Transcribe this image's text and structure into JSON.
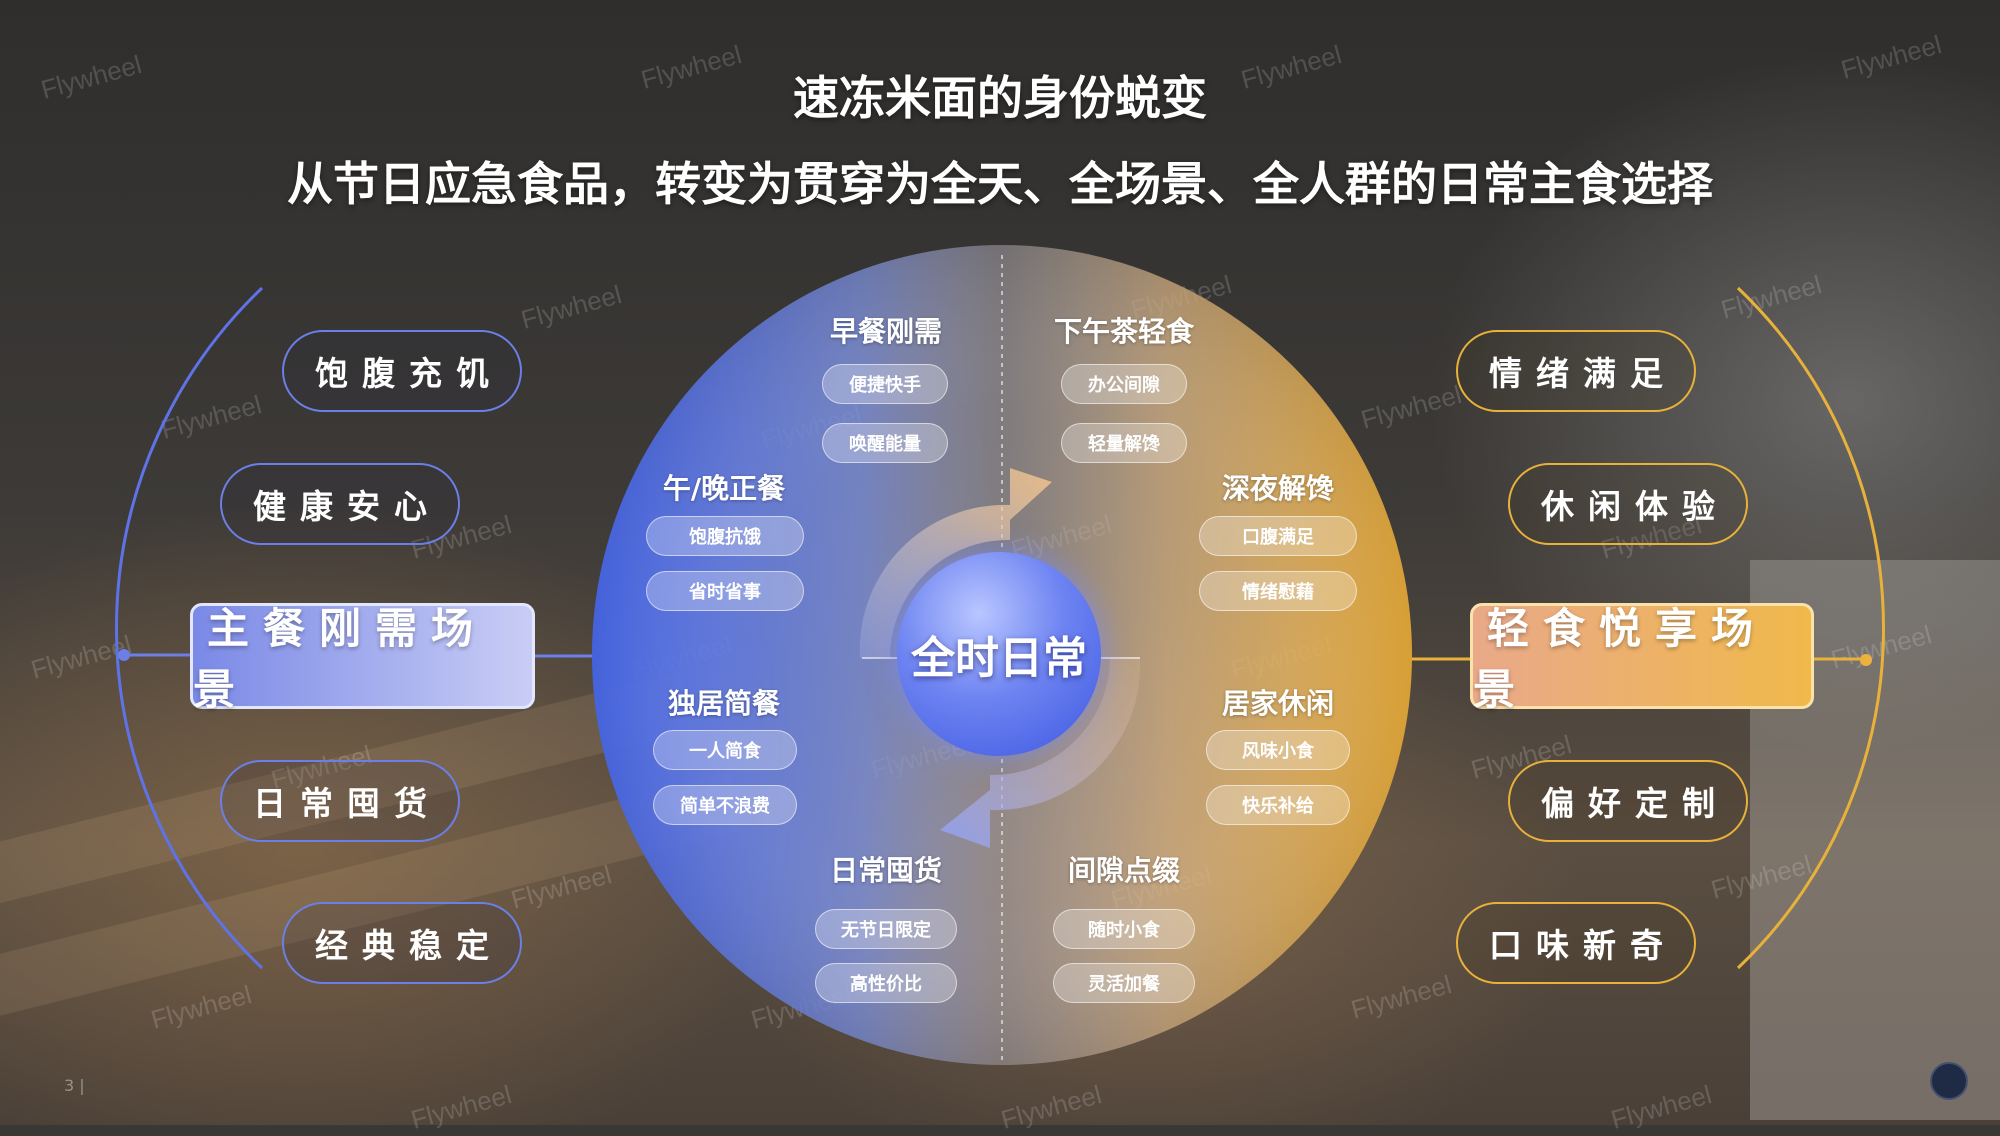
{
  "title": "速冻米面的身份蜕变",
  "subtitle": "从节日应急食品，转变为贯穿为全天、全场景、全人群的日常主食选择",
  "center": "全时日常",
  "watermark": "Flywheel",
  "page_number": "3 |",
  "colors": {
    "accent_left": "#5b73e8",
    "accent_right": "#eeb23c",
    "text": "#ffffff"
  },
  "left": {
    "main": "主餐刚需场景",
    "items": [
      "饱腹充饥",
      "健康安心",
      "日常囤货",
      "经典稳定"
    ]
  },
  "right": {
    "main": "轻食悦享场景",
    "items": [
      "情绪满足",
      "休闲体验",
      "偏好定制",
      "口味新奇"
    ]
  },
  "wheel": {
    "breakfast": {
      "title": "早餐刚需",
      "tags": [
        "便捷快手",
        "唤醒能量"
      ]
    },
    "afternoon": {
      "title": "下午茶轻食",
      "tags": [
        "办公间隙",
        "轻量解馋"
      ]
    },
    "lunch_dinner": {
      "title": "午/晚正餐",
      "tags": [
        "饱腹抗饿",
        "省时省事"
      ]
    },
    "late_night": {
      "title": "深夜解馋",
      "tags": [
        "口腹满足",
        "情绪慰藉"
      ]
    },
    "solo": {
      "title": "独居简餐",
      "tags": [
        "一人简食",
        "简单不浪费"
      ]
    },
    "home_leisure": {
      "title": "居家休闲",
      "tags": [
        "风味小食",
        "快乐补给"
      ]
    },
    "stockpile": {
      "title": "日常囤货",
      "tags": [
        "无节日限定",
        "高性价比"
      ]
    },
    "snack": {
      "title": "间隙点缀",
      "tags": [
        "随时小食",
        "灵活加餐"
      ]
    }
  }
}
